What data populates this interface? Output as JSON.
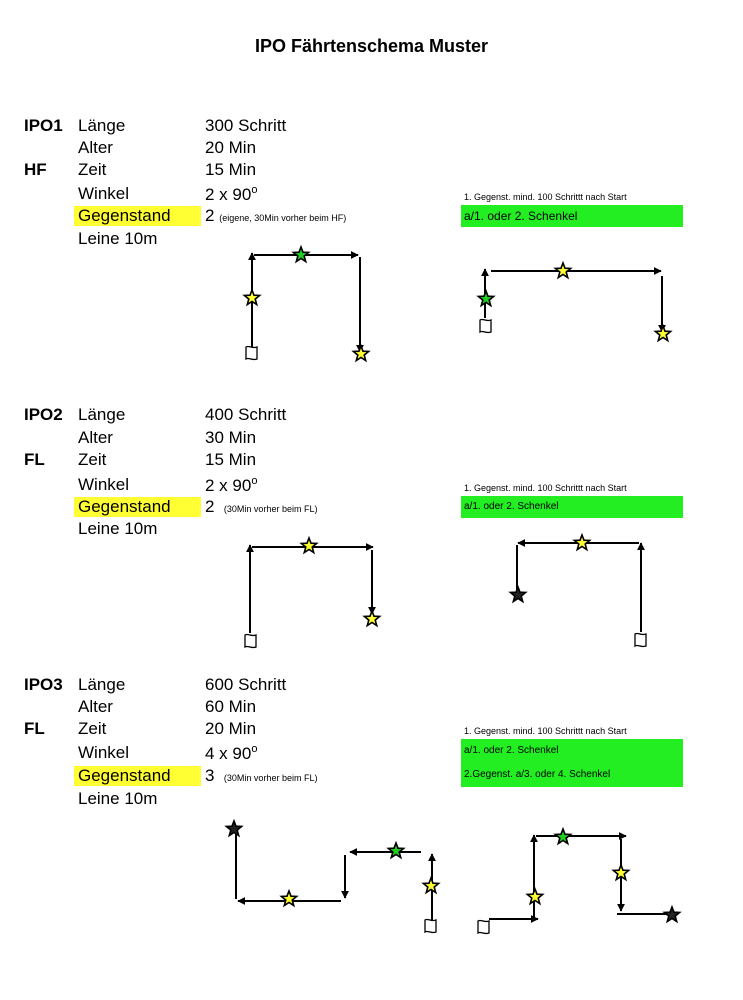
{
  "title": "IPO Fährtenschema Muster",
  "colors": {
    "highlight_yellow": "#ffff33",
    "rule_green": "#22ee22",
    "star_yellow": "#ffff33",
    "star_green": "#22cc22"
  },
  "sections": [
    {
      "level": "IPO1",
      "type": "HF",
      "rows": [
        {
          "label": "Länge",
          "value": "300 Schritt"
        },
        {
          "label": "Alter",
          "value": "20 Min"
        },
        {
          "label": "Zeit",
          "value": "15 Min"
        },
        {
          "label": "Winkel",
          "value": "2 x 90",
          "sup": "o"
        },
        {
          "label": "Gegenstand",
          "value": "2",
          "note": "(eigene, 30Min vorher beim HF)"
        },
        {
          "label": "Leine 10m"
        }
      ],
      "rule_title": "1. Gegenst. mind. 100 Schrittt nach Start",
      "rule_lines": [
        "a/1. oder 2. Schenkel"
      ]
    },
    {
      "level": "IPO2",
      "type": "FL",
      "rows": [
        {
          "label": "Länge",
          "value": "400 Schritt"
        },
        {
          "label": "Alter",
          "value": "30 Min"
        },
        {
          "label": "Zeit",
          "value": "15 Min"
        },
        {
          "label": "Winkel",
          "value": "2 x 90",
          "sup": "o"
        },
        {
          "label": "Gegenstand",
          "value": "2",
          "note": "(30Min vorher beim FL)"
        },
        {
          "label": "Leine 10m"
        }
      ],
      "rule_title": "1. Gegenst. mind. 100 Schrittt nach Start",
      "rule_lines": [
        "a/1. oder 2. Schenkel"
      ]
    },
    {
      "level": "IPO3",
      "type": "FL",
      "rows": [
        {
          "label": "Länge",
          "value": "600 Schritt"
        },
        {
          "label": "Alter",
          "value": "60 Min"
        },
        {
          "label": "Zeit",
          "value": "20 Min"
        },
        {
          "label": "Winkel",
          "value": "4 x 90",
          "sup": "o"
        },
        {
          "label": "Gegenstand",
          "value": "3",
          "note": "(30Min vorher beim FL)"
        },
        {
          "label": "Leine 10m"
        }
      ],
      "rule_title": "1. Gegenst. mind. 100 Schrittt nach Start",
      "rule_lines": [
        "a/1. oder 2. Schenkel",
        "2.Gegenst. a/3. oder 4. Schenkel"
      ]
    }
  ]
}
